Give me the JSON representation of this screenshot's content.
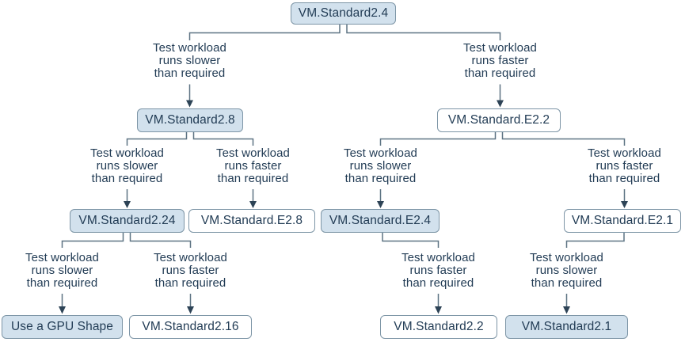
{
  "diagram": {
    "kind": "decision-tree"
  },
  "colors": {
    "bg": "#ffffff",
    "node_fill": "#d2e1ed",
    "node_fill_outline": "#ffffff",
    "node_border": "#7d95a6",
    "node_text": "#223c55",
    "label_text": "#223c55",
    "line": "#5d7383",
    "arrow": "#2d4356"
  },
  "nodes": [
    {
      "id": "vm-standard2-4",
      "label": "VM.Standard2.4",
      "variant": "filled"
    },
    {
      "id": "vm-standard2-8",
      "label": "VM.Standard2.8",
      "variant": "filled"
    },
    {
      "id": "vm-standard-e2-2",
      "label": "VM.Standard.E2.2",
      "variant": "outline"
    },
    {
      "id": "vm-standard2-24",
      "label": "VM.Standard2.24",
      "variant": "filled"
    },
    {
      "id": "vm-standard-e2-8",
      "label": "VM.Standard.E2.8",
      "variant": "outline"
    },
    {
      "id": "vm-standard-e2-4",
      "label": "VM.Standard.E2.4",
      "variant": "filled"
    },
    {
      "id": "vm-standard-e2-1",
      "label": "VM.Standard.E2.1",
      "variant": "outline"
    },
    {
      "id": "use-a-gpu-shape",
      "label": "Use a GPU Shape",
      "variant": "filled"
    },
    {
      "id": "vm-standard2-16",
      "label": "VM.Standard2.16",
      "variant": "outline"
    },
    {
      "id": "vm-standard2-2",
      "label": "VM.Standard2.2",
      "variant": "outline"
    },
    {
      "id": "vm-standard2-1",
      "label": "VM.Standard2.1",
      "variant": "filled"
    }
  ],
  "edges": [
    {
      "from": "vm-standard2-4",
      "to": "vm-standard2-8",
      "label": "Test workload\nruns slower\nthan required"
    },
    {
      "from": "vm-standard2-4",
      "to": "vm-standard-e2-2",
      "label": "Test workload\nruns faster\nthan required"
    },
    {
      "from": "vm-standard2-8",
      "to": "vm-standard2-24",
      "label": "Test workload\nruns slower\nthan required"
    },
    {
      "from": "vm-standard2-8",
      "to": "vm-standard-e2-8",
      "label": "Test workload\nruns faster\nthan required"
    },
    {
      "from": "vm-standard-e2-2",
      "to": "vm-standard-e2-4",
      "label": "Test workload\nruns slower\nthan required"
    },
    {
      "from": "vm-standard-e2-2",
      "to": "vm-standard-e2-1",
      "label": "Test workload\nruns faster\nthan required"
    },
    {
      "from": "vm-standard2-24",
      "to": "use-a-gpu-shape",
      "label": "Test workload\nruns slower\nthan required"
    },
    {
      "from": "vm-standard2-24",
      "to": "vm-standard2-16",
      "label": "Test workload\nruns faster\nthan required"
    },
    {
      "from": "vm-standard-e2-4",
      "to": "vm-standard2-2",
      "label": "Test workload\nruns faster\nthan required"
    },
    {
      "from": "vm-standard-e2-1",
      "to": "vm-standard2-1",
      "label": "Test workload\nruns slower\nthan required"
    }
  ]
}
